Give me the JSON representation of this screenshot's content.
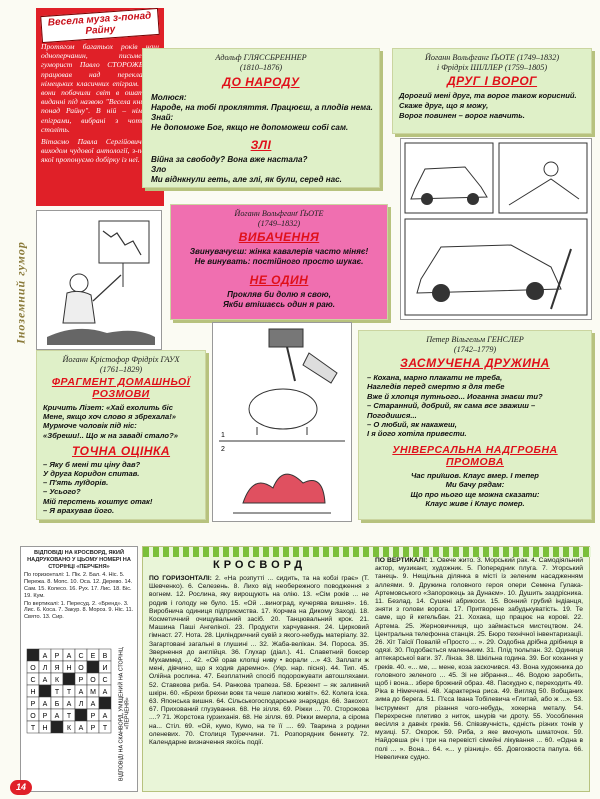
{
  "intro": {
    "title": "Весела муза з-понад Райну",
    "paragraphs": [
      "Протягом багатьох років наш одноперчанин, письменник-гуморист Павло СТОРОЖЕНКО працював над перекладами німецьких класичних епіграм. І ось вони побачили світ в ошатному виданні під назвою \"Весела книга з-понад Райну\". В ній – німецькі епіграми, вибрані з чотирьох століть.",
      "Вітаємо Павла Сергійовича із виходом чудової антології, з-поміж якої пропонуємо добірку із неї."
    ]
  },
  "vertical_label": "Іноземний гумор",
  "panels": {
    "glassbrenner": {
      "author": "Адольф ГЛЯССБРЕННЕР",
      "years": "(1810–1876)",
      "title1": "ДО НАРОДУ",
      "lines1": [
        "Молюся:",
        "Народе, на тобі прокляття. Працюєш, а плодів нема.",
        "Знай:",
        "Не допоможе Бог, якщо не допоможеш собі сам."
      ],
      "title2": "ЗЛІ",
      "lines2": [
        "Війна за свободу? Вона вже настала?",
        "Зло",
        "Ми віднкнули геть, але злі, як були, серед нас."
      ]
    },
    "goethe_schiller": {
      "author": "Йоганн Вольфганг ҐЬОТЕ (1749–1832)",
      "author2": "і Фрідріх ШІЛЛЕР (1759–1805)",
      "title": "ДРУГ І ВОРОГ",
      "lines": [
        "Дорогий мені друг, та ворог також корисний.",
        "Скаже друг, що я можу,",
        "Ворог повинен – ворог навчить."
      ]
    },
    "goethe": {
      "author": "Йоганн Вольфганґ ҐЬОТЕ",
      "years": "(1749–1832)",
      "title1": "ВИБАЧЕННЯ",
      "lines1": [
        "Звинувачуєш: жінка кавалерів часто міняє!",
        "Не винувать: постійного просто шукає."
      ],
      "title2": "НЕ ОДИН",
      "lines2": [
        "Прокляв би долю я свою,",
        "Якби втішаєсь один я раю."
      ]
    },
    "gauch": {
      "author": "Йоганн Крістофор Фрідріх ГАУХ",
      "years": "(1761–1829)",
      "title1": "ФРАГМЕНТ ДОМАШНЬОЇ РОЗМОВИ",
      "lines1": [
        "Кричить Лізет: «Хай ехолить біс",
        "Мене, якщо хоч слово я збрехала!»",
        "Мурмоче чоловік під ніс:",
        "«Збреши!.. Що ж на заваді стало?»"
      ],
      "title2": "ТОЧНА ОЦІНКА",
      "lines2": [
        "– Яку б мені ти ціну дав?",
        "У друга Коридон спитав.",
        "– П'ять луїдорів.",
        "– Усього?",
        "Мій перстень коштує отак!",
        "– Я врахував його."
      ]
    },
    "gensler": {
      "author": "Петер Вільгельм ГЕНСЛЕР",
      "years": "(1742–1779)",
      "title1": "ЗАСМУЧЕНА ДРУЖИНА",
      "lines1": [
        "– Кохана, марно плакати не треба,",
        "Нагледів перед смертю я для тебе",
        "Вже й хлопця путнього... Иоганна знаєш ти?",
        "– Старанний, добрий, як сама все зважиш –",
        "Погодишся...",
        "– О любий, як накажеш,",
        "І я його хотіла привести."
      ],
      "title2": "УНІВЕРСАЛЬНА НАДГРОБНА ПРОМОВА",
      "lines2": [
        "Час приїшов. Клаус вмер. І тепер",
        "Ми бачу рядам:",
        "Що про нього ще можна сказати:",
        "Клаус живе і Клаус помер."
      ]
    }
  },
  "answers": {
    "title": "ВІДПОВІДІ НА КРОСВОРД, ЯКИЙ НАДРУКОВАНО У ЦЬОМУ НОМЕРІ НА СТОРІНЦІ «ПЕРЧЕНЯ»",
    "horizontal": "По горизонталі: 1. Пік. 2. Бал. 4. Ніс. 5. Пережа. 8. Мопс. 10. Оса. 12. Дерево. 14. Сам. 15. Колесо. 16. Рух. 17. Лис. 18. Біс. 19. Кум.",
    "vertical": "По вертикалі: 1. Пересуд. 2. «Бренд». 3. Лис. 6. Коса. 7. Закур. 8. Мороз. 9. Ніс. 11. Свято. 13. Сир.",
    "side": "ВІДПОВІДІ НА СКАНВОРД, УМІЩЕНИЙ НА СТОРІНЦІ «ПЕРЧЕНЯ»",
    "grid_letters": [
      "Т",
      "А",
      "Р",
      "А",
      "С",
      "Е",
      "В",
      "О",
      "Л",
      "Я",
      "Н",
      "О",
      "П",
      "И",
      "С",
      "А",
      "К",
      "А",
      "Р",
      "О",
      "С",
      "Н",
      "І",
      "Т",
      "Т",
      "А",
      "М",
      "А",
      "Р",
      "А",
      "Б",
      "А",
      "Л",
      "А",
      "П",
      "О",
      "Р",
      "А",
      "Т",
      "У",
      "Р",
      "А",
      "Т",
      "Н",
      "І",
      "К",
      "А",
      "Р",
      "Т"
    ]
  },
  "crossword": {
    "title": "КРОСВОРД",
    "horizontal_head": "ПО ГОРИЗОНТАЛІ:",
    "horizontal": "2. «На розпутті ... сидить, та на кобзі грає» (Т. Шевченко). 6. Селезень. 8. Лихо від необережного поводження з вогнем. 12. Рослина, яку вирощують на олію. 13. «Сім років ... не родив і голоду не було. 15. «Ой ...виноград, кучерява вишня». 16. Виробнича одиниця підприємства. 17. Корчма на Дикому Заході. 18. Косметичний очищувальний засіб. 20. Танцювальний крок. 21. Машина Паші Ангеліної. 23. Продукти харчування. 24. Цирковий гімнаст. 27. Нота. 28. Циліндричний сувій з якого-небудь матеріалу. 32. Загартовані загальні в глушині ... 32. Жаба-велікан. 34. Пороса. 35. Звернення до англійця. 36. Глухар (діал.). 41. Славетний боксер Мухаммед ... 42. «Ой орав клопці ниву • ворали ...» 43. Заплати ж мені, дівчино, що я ходив даремно». (Укр. нар. пісня). 44. Тип. 45. Олійна рослина. 47. Безплатний спосіб подорожувати автошляхами. 52. Ставкова риба. 54. Ранкова трапеза. 58. Брезент – як заливний шкірн. 60. «Брехи брехни вовк та чеше лапкою живіт». 62. Колега іска. 63. Японська вишня. 64. Сільськогосподарське знаряддя. 66. Закохот. 67. Прихований глузування. 68. Не зілля. 69. Ріжки ... 70. Сторожова ....? 71. Жорстока гурзиханія. 68. Не зілля. 69. Ріжки вмерла, а сірома на... Стіл. 69. «Ой, кумо, Кумо, на те її .... 69. Тварина з родини оленевих. 70. Столиця Туреччини. 71. Розпорядник бенкету. 72. Календарне визначення якоїсь події.",
    "vertical_head": "ПО ВЕРТИКАЛІ:",
    "vertical": "1. Овече жито. 3. Морський рак. 4. Самодіяльний актор, музикант, художник. 5. Попередник плуга. 7. Угорський танець. 9. Нещільна ділянка в місті із зеленим насадженням аллеями. 9. Дружина головного героя опери Семена Гулака-Артемовського «Запорожець за Дунаєм». 10. Душить заздрісника. 11. Безлад. 14. Сушені абрикоси. 15. Вонний грубий індіанця, зняти з голови ворога. 17. Притворене забудькуватість. 19. Те саме, що й кегельбан. 21. Хохака, що працює на корові. 22. Артема. 25. Жерновичниця, що займається мистецтвом. 24. Центральна телефонна станція. 25. Бюро технічної інвентаризації. 26. Хіт Таїсії Повалій «Просто ... ». 29. Оздобна дрібна дрібниця в одязі. 30. Подобається маленьким. 31. Плід тюльпан. 32. Одиниця аптекарської ваги. 37. Лінза. 38. Шкільна година. 39. Бог кохання у греків. 40. «... ме, ... мене, коза заскочився. 43. Вона художника до головного зеленого ... 45. Зі не зібрання... 46. Водою заробить, щоб і вона... збере брожний образ. 48. Паскудно є, переходить 49. Ріка в Німеччині. 48. Характерна риса. 49. Вигляд 50. Вобщаних зима до берега. 51. П'єса Івана Тобілевича «Глитай, або ж ...». 53. Інструмент для різання чого-небудь, хокерна металу. 54. Перехресне плетиво з ниток, шнурів чи дроту. 55. Уособлення весілля з давніх греків. 56. Співзвучність, єдність різних тонів у музиці. 57. Окорок. 59. Риба, з яке вмочують шматочок. 59. Найдовша річ і три на перевісті сімейні лікування ... 60. «Одна в полі ... ». Вона... 64. «... у різниці». 65. Довгохвоста папуга. 66. Невеличке судно."
  },
  "page_number": "14"
}
